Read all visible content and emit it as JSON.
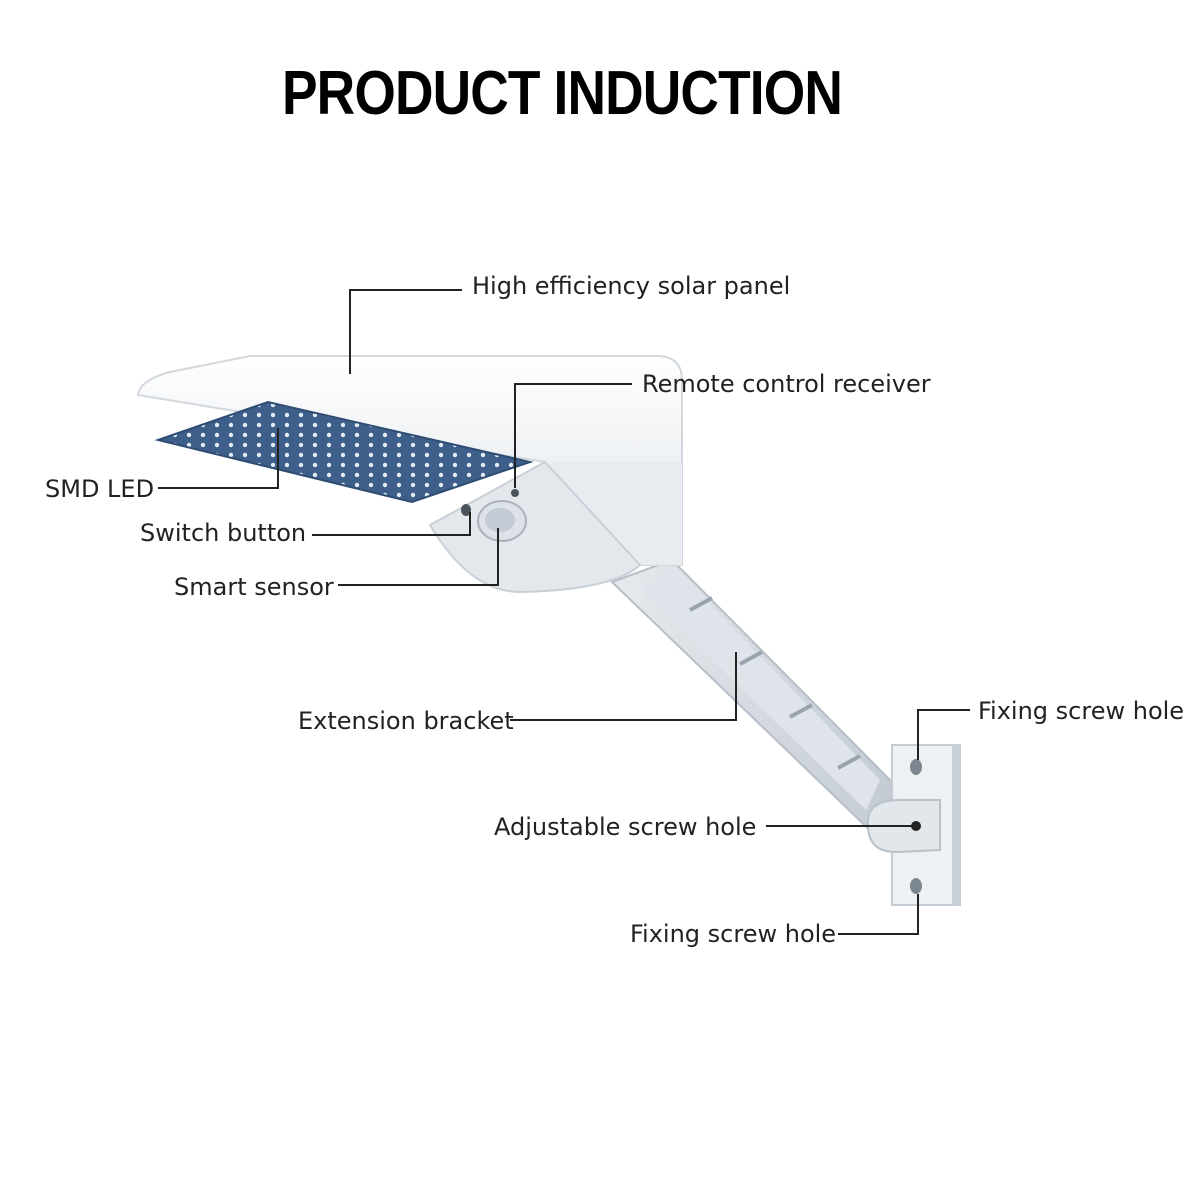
{
  "title": "PRODUCT INDUCTION",
  "labels": {
    "solar_panel": "High efficiency solar panel",
    "remote_receiver": "Remote control receiver",
    "smd_led": "SMD LED",
    "switch_button": "Switch button",
    "smart_sensor": "Smart sensor",
    "extension_bracket": "Extension bracket",
    "fixing_screw_hole_top": "Fixing screw hole",
    "adjustable_screw_hole": "Adjustable screw hole",
    "fixing_screw_hole_bottom": "Fixing screw hole"
  },
  "colors": {
    "housing": "#f2f4f6",
    "housing_shadow": "#cfd5dc",
    "led_panel": "#3c5d86",
    "led_dot": "#d8e6f2",
    "leader_line": "#222222"
  }
}
